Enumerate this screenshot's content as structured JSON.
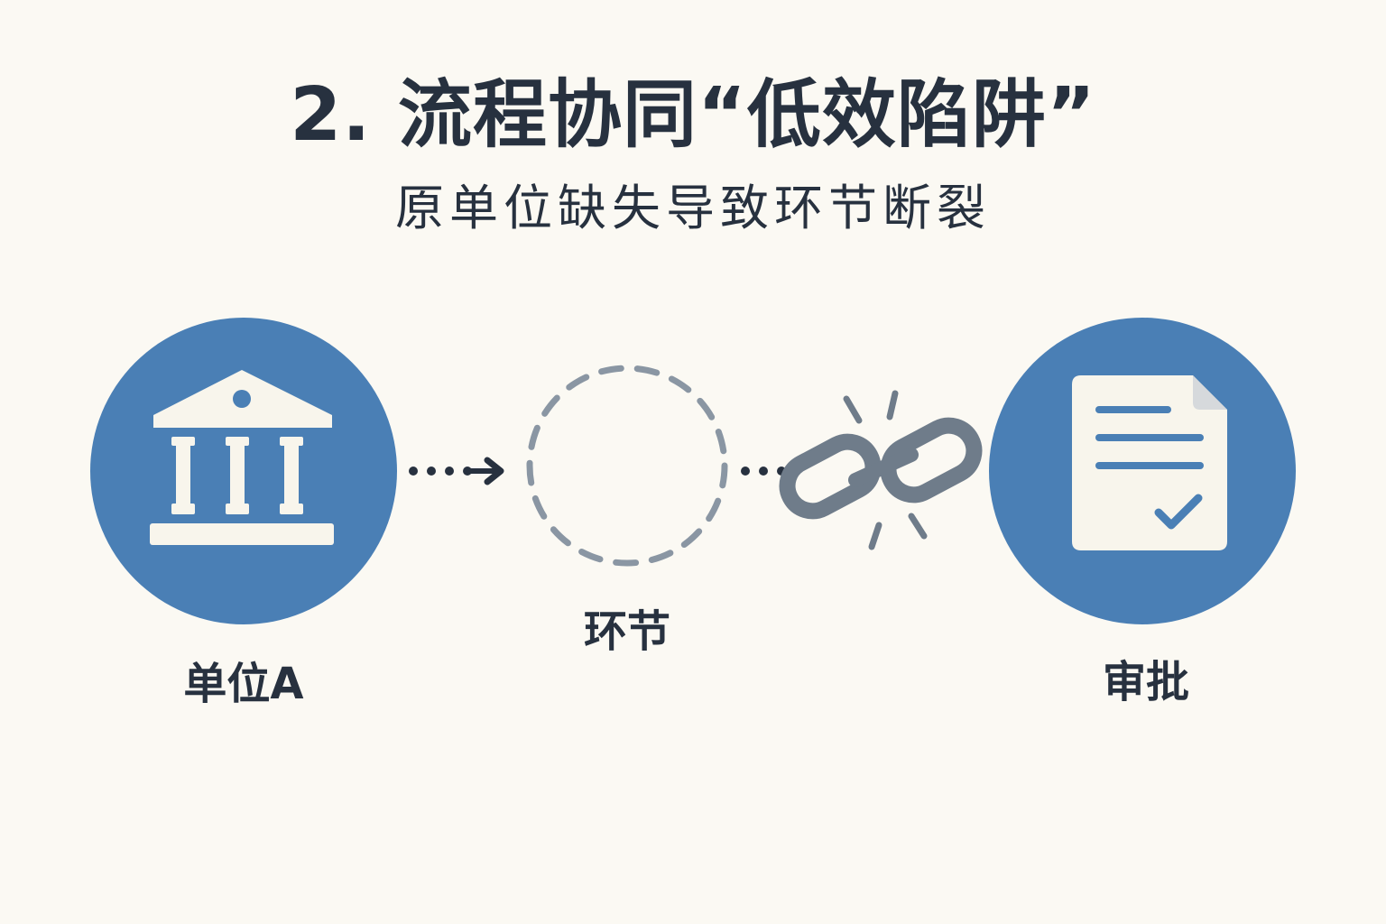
{
  "header": {
    "title": "2. 流程协同“低效陷阱”",
    "subtitle": "原单位缺失导致环节断裂"
  },
  "nodes": {
    "unit_a": {
      "label": "单位A",
      "icon": "bank-building-icon"
    },
    "missing_step": {
      "label": "环节",
      "icon": "dashed-empty-circle"
    },
    "approval": {
      "label": "审批",
      "icon": "document-check-icon"
    }
  },
  "connectors": {
    "first": "dotted-arrow",
    "second": "broken-chain-icon"
  },
  "colors": {
    "background": "#fbf9f3",
    "primary_blue": "#4a7fb5",
    "icon_fill": "#f8f5ec",
    "text_dark": "#27313f",
    "gray": "#8a96a3",
    "chain_gray": "#6f7c8a"
  }
}
